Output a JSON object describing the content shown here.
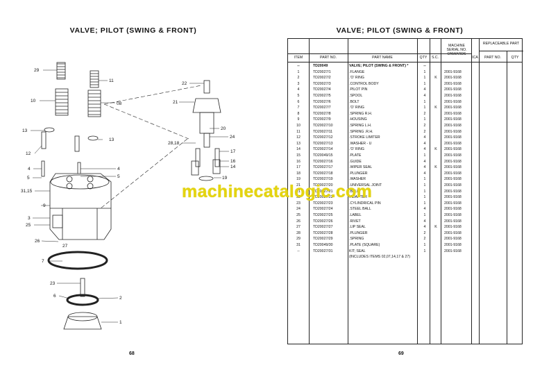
{
  "left_page": {
    "title": "VALVE; PILOT (SWING & FRONT)",
    "page_number": "68",
    "callouts": [
      "29",
      "11",
      "10",
      "08",
      "22",
      "21",
      "20",
      "24",
      "28,18",
      "17",
      "16",
      "14",
      "13",
      "13",
      "12",
      "4",
      "4",
      "5",
      "5",
      "31,15",
      "19",
      "9",
      "3",
      "25",
      "26",
      "27",
      "7",
      "23",
      "6",
      "2",
      "1"
    ]
  },
  "right_page": {
    "title": "VALVE; PILOT (SWING & FRONT)",
    "page_number": "69",
    "headers": {
      "item": "ITEM",
      "part_no": "PART NO.",
      "part_name": "PART NAME",
      "qty": "QTY",
      "sc": "S.C.",
      "machine_serial": "MACHINE SERIAL NO. ONWARDS",
      "replaceable": "REPLACEABLE PART",
      "ica": "ICA",
      "rep_part_no": "PART NO.",
      "rep_qty": "QTY"
    },
    "rows": [
      {
        "item": "--",
        "part": "TD20049",
        "name": "VALVE; PILOT (SWING & FRONT) *",
        "qty": "--",
        "sc": "",
        "serial": ""
      },
      {
        "item": "1",
        "part": "TD20027/1",
        "name": ".FLANGE",
        "qty": "1",
        "sc": "",
        "serial": "2001-9168"
      },
      {
        "item": "2",
        "part": "TD20027/2",
        "name": ".'O' RING",
        "qty": "1",
        "sc": "K",
        "serial": "2001-9168"
      },
      {
        "item": "3",
        "part": "TD20027/3",
        "name": ".CONTROL BODY",
        "qty": "1",
        "sc": "",
        "serial": "2001-9168"
      },
      {
        "item": "4",
        "part": "TD20027/4",
        "name": ".PILOT PIN",
        "qty": "4",
        "sc": "",
        "serial": "2001-9168"
      },
      {
        "item": "5",
        "part": "TD20027/5",
        "name": ".SPOOL",
        "qty": "4",
        "sc": "",
        "serial": "2001-9168"
      },
      {
        "item": "6",
        "part": "TD20027/6",
        "name": ".BOLT",
        "qty": "1",
        "sc": "",
        "serial": "2001-9168"
      },
      {
        "item": "7",
        "part": "TD20027/7",
        "name": ".'O' RING",
        "qty": "1",
        "sc": "K",
        "serial": "2001-9168"
      },
      {
        "item": "8",
        "part": "TD20027/8",
        "name": ".SPRING R.H.",
        "qty": "2",
        "sc": "",
        "serial": "2001-9168"
      },
      {
        "item": "9",
        "part": "TD20027/9",
        "name": ".HOUSING",
        "qty": "1",
        "sc": "",
        "serial": "2001-9168"
      },
      {
        "item": "10",
        "part": "TD20027/10",
        "name": ".SPRING L.H.",
        "qty": "2",
        "sc": "",
        "serial": "2001-9168"
      },
      {
        "item": "11",
        "part": "TD20027/11",
        "name": ".SPRING .R.H.",
        "qty": "2",
        "sc": "",
        "serial": "2001-9168"
      },
      {
        "item": "12",
        "part": "TD20027/12",
        "name": ".STROKE LIMITER",
        "qty": "4",
        "sc": "",
        "serial": "2001-9168"
      },
      {
        "item": "13",
        "part": "TD20027/13",
        "name": ".WASHER - U",
        "qty": "4",
        "sc": "",
        "serial": "2001-9168"
      },
      {
        "item": "14",
        "part": "TD20027/14",
        "name": ".'O' RING",
        "qty": "4",
        "sc": "K",
        "serial": "2001-9168"
      },
      {
        "item": "15",
        "part": "TD20049/15",
        "name": ".PLATE",
        "qty": "1",
        "sc": "",
        "serial": "2001-9168"
      },
      {
        "item": "16",
        "part": "TD20027/16",
        "name": ".GUIDE",
        "qty": "4",
        "sc": "",
        "serial": "2001-9168"
      },
      {
        "item": "17",
        "part": "TD20027/17",
        "name": ".WIPER SEAL",
        "qty": "4",
        "sc": "K",
        "serial": "2001-9168"
      },
      {
        "item": "18",
        "part": "TD20027/18",
        "name": ".PLUNGER",
        "qty": "4",
        "sc": "",
        "serial": "2001-9168"
      },
      {
        "item": "19",
        "part": "TD20027/19",
        "name": ".WASHER",
        "qty": "1",
        "sc": "",
        "serial": "2001-9168"
      },
      {
        "item": "21",
        "part": "TD20027/20",
        "name": ".UNIVERSAL JOINT",
        "qty": "1",
        "sc": "",
        "serial": "2001-9168"
      },
      {
        "item": "21",
        "part": "TD20027/21",
        "name": ".BELL",
        "qty": "1",
        "sc": "",
        "serial": "2001-9168"
      },
      {
        "item": "22",
        "part": "TD20027/22",
        "name": ".ADAPTER",
        "qty": "1",
        "sc": "",
        "serial": "2001-9168"
      },
      {
        "item": "23",
        "part": "TD20027/23",
        "name": ".CYLINDRICAL PIN",
        "qty": "1",
        "sc": "",
        "serial": "2001-9168"
      },
      {
        "item": "24",
        "part": "TD20027/24",
        "name": ".STEEL BALL",
        "qty": "4",
        "sc": "",
        "serial": "2001-9168"
      },
      {
        "item": "25",
        "part": "TD20027/25",
        "name": ".LABEL",
        "qty": "1",
        "sc": "",
        "serial": "2001-9168"
      },
      {
        "item": "26",
        "part": "TD20027/26",
        "name": ".RIVET",
        "qty": "4",
        "sc": "",
        "serial": "2001-9168"
      },
      {
        "item": "27",
        "part": "TD20027/27",
        "name": ".LIP SEAL",
        "qty": "4",
        "sc": "K",
        "serial": "2001-9168"
      },
      {
        "item": "28",
        "part": "TD20027/28",
        "name": ".PLUNGER",
        "qty": "2",
        "sc": "",
        "serial": "2001-9168"
      },
      {
        "item": "29",
        "part": "TD20027/29",
        "name": ".SPRING",
        "qty": "2",
        "sc": "",
        "serial": "2001-9168"
      },
      {
        "item": "31",
        "part": "TD20049/30",
        "name": ".PLATE (SQUARE)",
        "qty": "1",
        "sc": "",
        "serial": "2001-9168"
      },
      {
        "item": "--",
        "part": "TD20027/31",
        "name": "KIT; SEAL",
        "qty": "1",
        "sc": "",
        "serial": "2001-9168"
      },
      {
        "item": "",
        "part": "",
        "name": "(INCLUDES ITEMS 02,07,14,17 & 27)",
        "qty": "",
        "sc": "",
        "serial": ""
      }
    ]
  },
  "watermark": "machinecatalogic.com"
}
